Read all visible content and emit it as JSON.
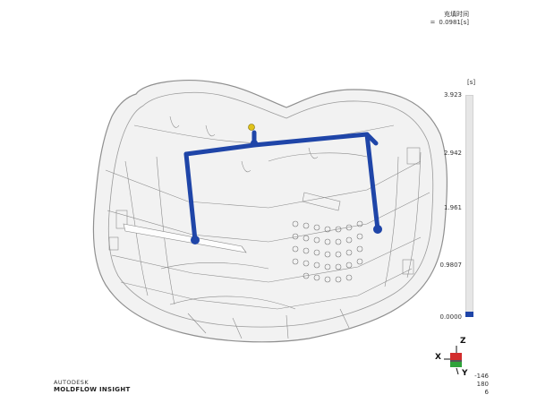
{
  "result": {
    "title": "充填时间",
    "time_prefix": "=",
    "time_value": "0.0981[s]"
  },
  "legend": {
    "unit": "[s]",
    "ticks": [
      "3.923",
      "2.942",
      "1.961",
      "0.9807",
      "0.0000"
    ],
    "fill_fraction": 0.025,
    "bar_color": "#1f45a8",
    "track_color": "#e6e6e6"
  },
  "triad": {
    "z_label": "Z",
    "x_label": "X",
    "y_label": "Y",
    "rotation": [
      "-146",
      "180",
      "6"
    ],
    "z_color": "#d22d2d",
    "y_color": "#2fa33a"
  },
  "branding": {
    "company": "AUTODESK",
    "product": "MOLDFLOW INSIGHT"
  },
  "model": {
    "runner_color": "#1f45a8",
    "gate_color": "#e0c21a",
    "shell_color": "#a9a9a9"
  }
}
